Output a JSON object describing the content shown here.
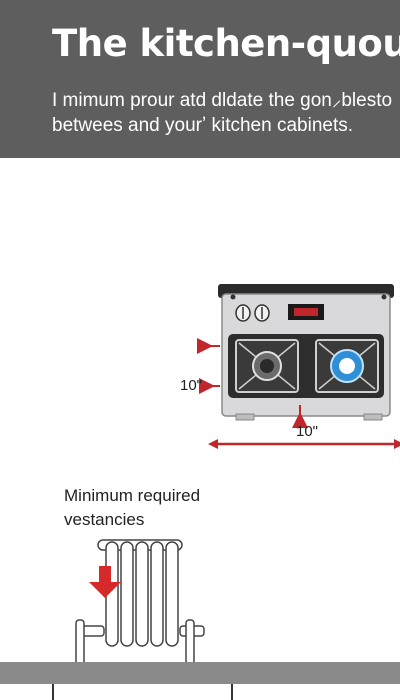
{
  "header": {
    "title": "The kitchen-quour d",
    "subtitle_line1": "I mimum prour atd dldate the gon⸝blesto",
    "subtitle_line2": "betwees and yourʼ kitchen cabinets."
  },
  "diagram": {
    "clearance_left_label": "10\"",
    "clearance_bottom_label": "10\"",
    "minimum_label_line1": "Minimum required",
    "minimum_label_line2": "vestancies",
    "accent_color": "#c0262c",
    "burner_color": "#2f8fd6"
  }
}
